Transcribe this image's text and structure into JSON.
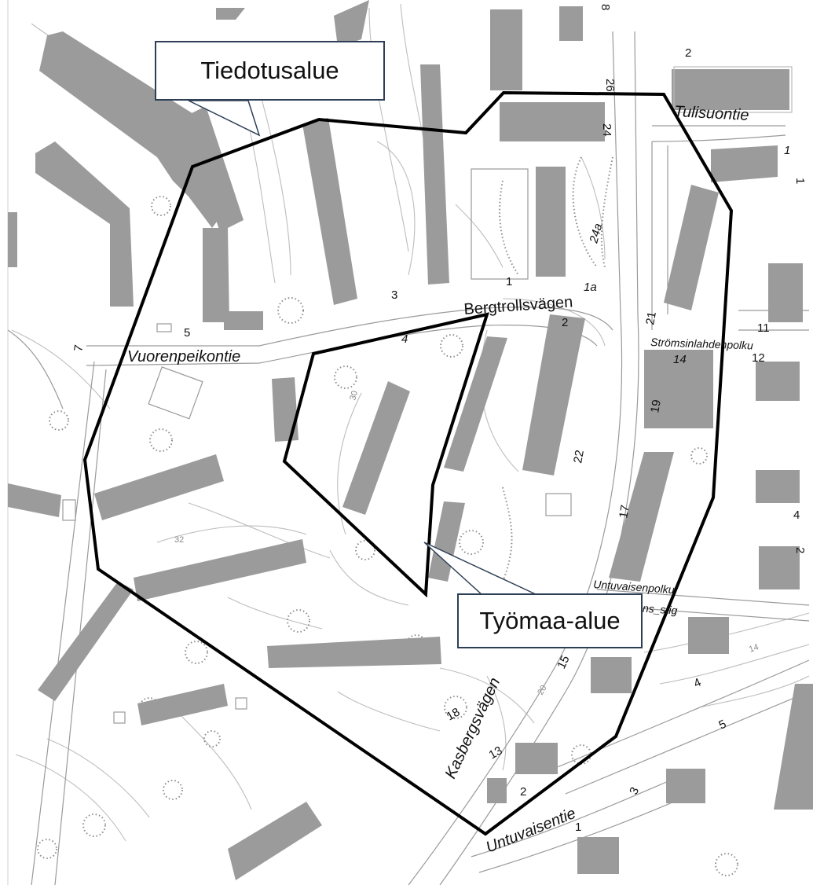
{
  "callouts": {
    "info_area": "Tiedotusalue",
    "site_area": "Työmaa-alue"
  },
  "streets": {
    "bergtrollsvagen": "Bergtrollsvägen",
    "vuorenpeikontie": "Vuorenpeikontie",
    "tulisuontie": "Tulisuontie",
    "stromsinlahdenpolku": "Strömsinlahdenpolku",
    "untuvaisenpolku": "Untuvaisenpolku",
    "untuvaisenpolku_sv": "ens_stig",
    "kasbergsvagen": "Kasbergsvägen",
    "untuvaisentie": "Untuvaisentie"
  },
  "house_numbers": {
    "n2_top": "2",
    "n26": "26",
    "n24": "24",
    "n8": "8",
    "n1_tr": "1",
    "n1_edge": "1",
    "n24a": "24a",
    "n1a": "1a",
    "n1": "1",
    "n3": "3",
    "n5": "5",
    "n7": "7",
    "n2_mid": "2",
    "n4_mid": "4",
    "n21": "21",
    "n11": "11",
    "n12": "12",
    "n14": "14",
    "n19": "19",
    "n22": "22",
    "n17": "17",
    "n4_r": "4",
    "n2_r": "2",
    "n15": "15",
    "n18": "18",
    "n13": "13",
    "n2_bot": "2",
    "n3_bot": "3",
    "n1_bot": "1",
    "n4_bot": "4",
    "n5_bot": "5"
  },
  "contours": {
    "c30": "30",
    "c32": "32",
    "c20": "20",
    "c14": "14"
  },
  "colors": {
    "building": "#9b9b9b",
    "boundary": "#000000",
    "callout_border": "#2e3f55"
  }
}
